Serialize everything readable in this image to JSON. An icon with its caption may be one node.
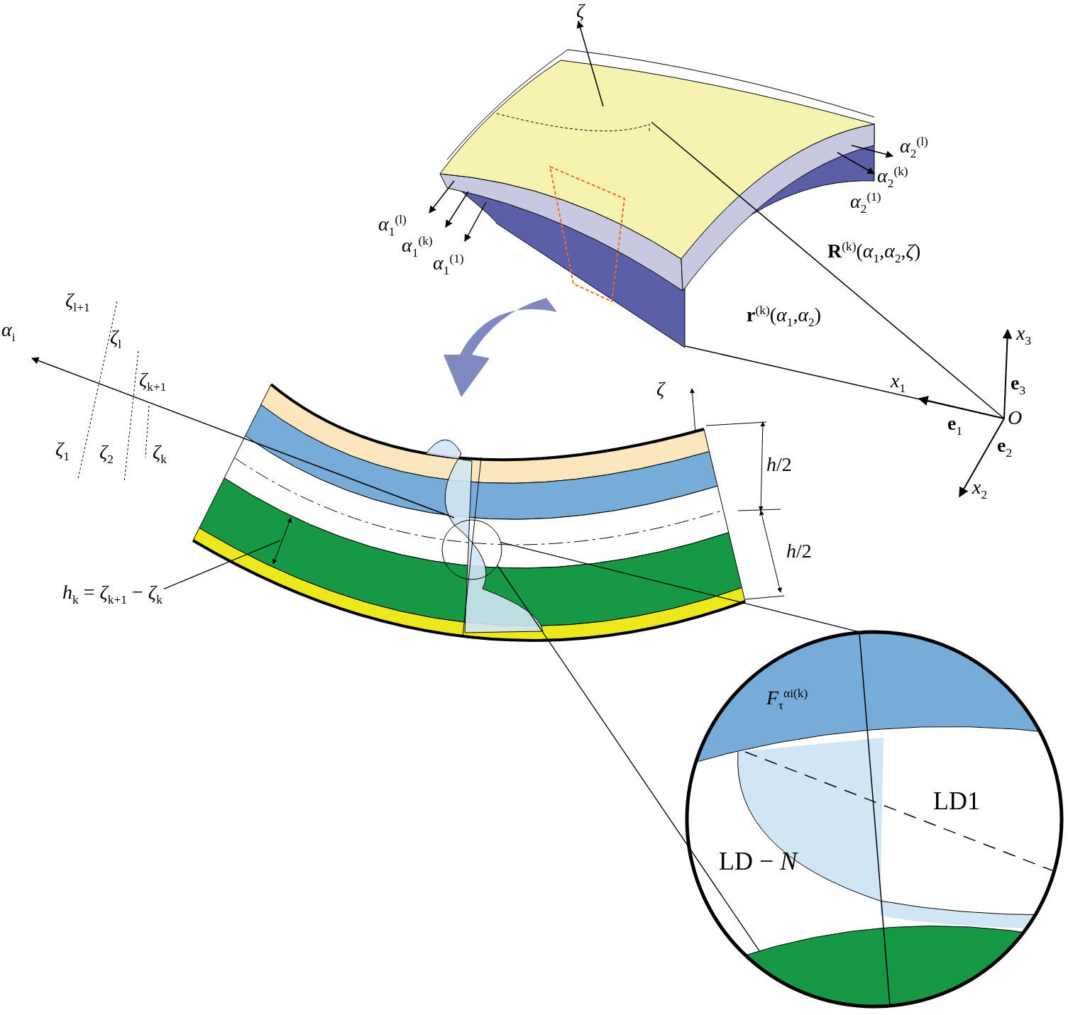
{
  "diagram": {
    "nodes": [
      {
        "text": [
          "*h*$_{k}$ = *ζ*$_{k+1}$ − *ζ*$_{k}$"
        ]
      },
      {
        "text": [],
        "shape": "circle"
      },
      {
        "text": [],
        "shape": "circle"
      }
    ],
    "edges": [
      {
        "from": 0,
        "to": null,
        "arrow": "none"
      },
      {
        "from": 1,
        "to": 2,
        "arrow": "none"
      },
      {
        "from": 1,
        "to": 2,
        "arrow": "none"
      }
    ],
    "labels": [
      "*ζ*",
      "*α*$_{2}$$^{(l)}$",
      "*α*$_{2}$$^{(k)}$",
      "*α*$_{2}$$^{(1)}$",
      "*α*$_{1}$$^{(l)}$",
      "*α*$_{1}$$^{(k)}$",
      "*α*$_{1}$$^{(1)}$",
      "**R**$^{(k)}$(*α*$_{1}$,*α*$_{2}$,*ζ*)",
      "**r**$^{(k)}$(*α*$_{1}$,*α*$_{2}$)",
      "*x*$_{3}$",
      "*x*$_{1}$",
      "**e**$_{3}$",
      "*O*",
      "**e**$_{1}$",
      "**e**$_{2}$",
      "*x*$_{2}$",
      "*ζ*$_{l+1}$",
      "*α*$_{i}$",
      "*ζ*$_{l}$",
      "*ζ*$_{k+1}$",
      "*ζ*",
      "*ζ*$_{1}$",
      "*ζ*$_{2}$",
      "*ζ*$_{k}$",
      "*h*/2",
      "*h*/2",
      "*F*$_{τ}$$^{αi(k)}$",
      "LD1",
      "LD − *N*"
    ]
  }
}
